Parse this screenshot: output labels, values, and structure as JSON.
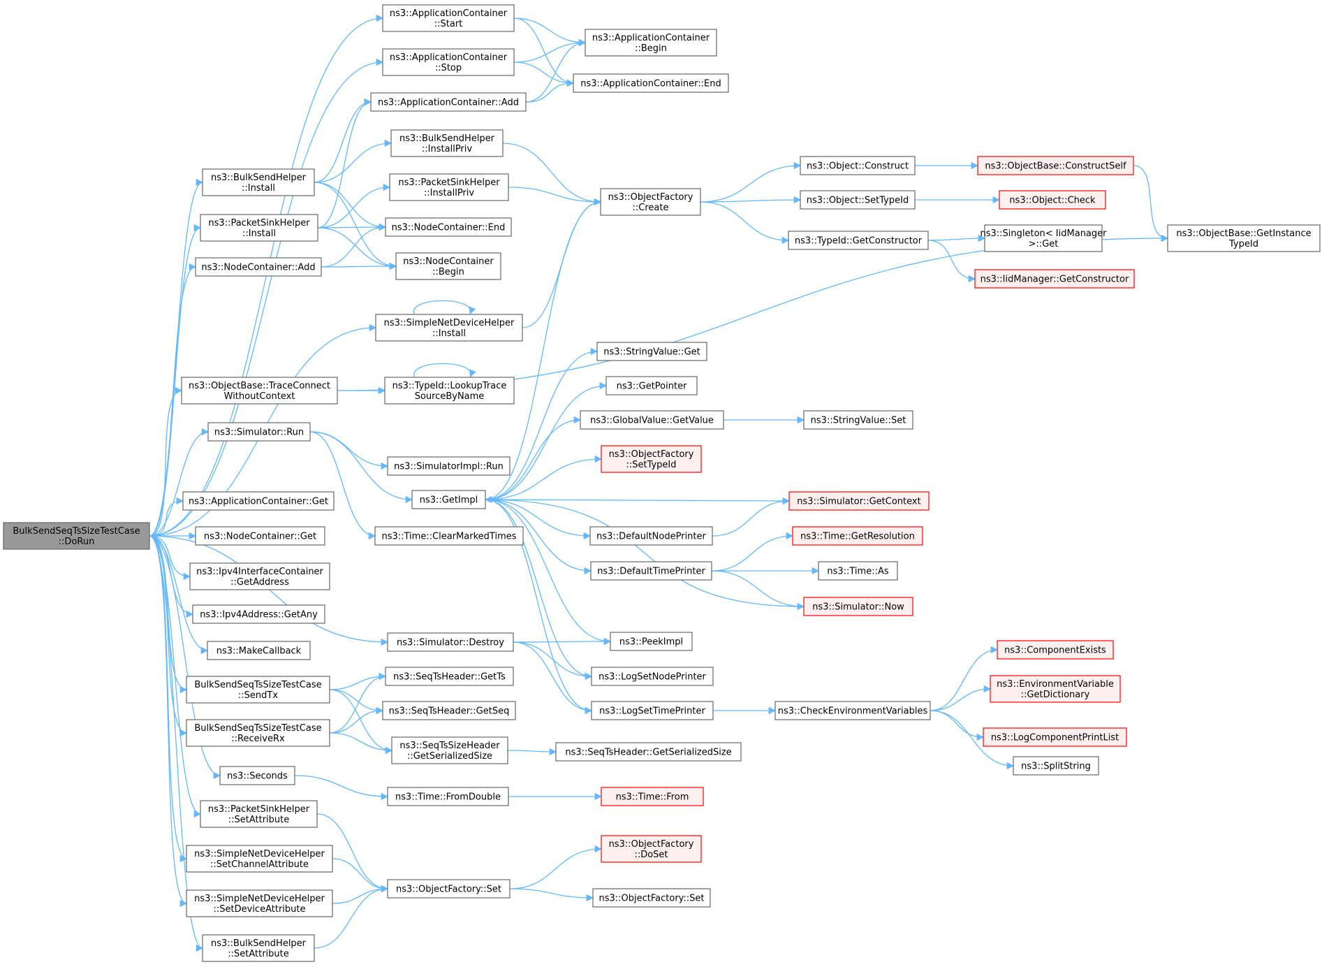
{
  "colors": {
    "edge": "#63b8ff",
    "box_stroke": "#666666",
    "box_fill": "#ffffff",
    "root_fill": "#999999",
    "root_stroke": "#666666",
    "missing_stroke": "#ff0000",
    "missing_fill": "#fff0f0"
  },
  "nodes": [
    {
      "id": "root",
      "lines": [
        "BulkSendSeqTsSizeTestCase",
        "::DoRun"
      ],
      "style": "root"
    },
    {
      "id": "ac_start",
      "lines": [
        "ns3::ApplicationContainer",
        "::Start"
      ],
      "style": "normal"
    },
    {
      "id": "ac_stop",
      "lines": [
        "ns3::ApplicationContainer",
        "::Stop"
      ],
      "style": "normal"
    },
    {
      "id": "ac_begin",
      "lines": [
        "ns3::ApplicationContainer",
        "::Begin"
      ],
      "style": "normal"
    },
    {
      "id": "ac_end",
      "lines": [
        "ns3::ApplicationContainer::End"
      ],
      "style": "normal"
    },
    {
      "id": "ac_add",
      "lines": [
        "ns3::ApplicationContainer::Add"
      ],
      "style": "normal"
    },
    {
      "id": "bsh_installpriv",
      "lines": [
        "ns3::BulkSendHelper",
        "::InstallPriv"
      ],
      "style": "normal"
    },
    {
      "id": "bsh_install",
      "lines": [
        "ns3::BulkSendHelper",
        "::Install"
      ],
      "style": "normal"
    },
    {
      "id": "psh_installpriv",
      "lines": [
        "ns3::PacketSinkHelper",
        "::InstallPriv"
      ],
      "style": "normal"
    },
    {
      "id": "psh_install",
      "lines": [
        "ns3::PacketSinkHelper",
        "::Install"
      ],
      "style": "normal"
    },
    {
      "id": "nc_end",
      "lines": [
        "ns3::NodeContainer::End"
      ],
      "style": "normal"
    },
    {
      "id": "nc_add",
      "lines": [
        "ns3::NodeContainer::Add"
      ],
      "style": "normal"
    },
    {
      "id": "nc_begin",
      "lines": [
        "ns3::NodeContainer",
        "::Begin"
      ],
      "style": "normal"
    },
    {
      "id": "of_create",
      "lines": [
        "ns3::ObjectFactory",
        "::Create"
      ],
      "style": "normal"
    },
    {
      "id": "obj_construct",
      "lines": [
        "ns3::Object::Construct"
      ],
      "style": "normal"
    },
    {
      "id": "ob_constructself",
      "lines": [
        "ns3::ObjectBase::ConstructSelf"
      ],
      "style": "missing"
    },
    {
      "id": "obj_settypeid",
      "lines": [
        "ns3::Object::SetTypeId"
      ],
      "style": "normal"
    },
    {
      "id": "obj_check",
      "lines": [
        "ns3::Object::Check"
      ],
      "style": "missing"
    },
    {
      "id": "tid_getconstructor",
      "lines": [
        "ns3::TypeId::GetConstructor"
      ],
      "style": "normal"
    },
    {
      "id": "singleton_get",
      "lines": [
        "ns3::Singleton< IidManager",
        ">::Get"
      ],
      "style": "normal"
    },
    {
      "id": "iid_getconstructor",
      "lines": [
        "ns3::IidManager::GetConstructor"
      ],
      "style": "missing"
    },
    {
      "id": "ob_getinstancetypeid",
      "lines": [
        "ns3::ObjectBase::GetInstance",
        "TypeId"
      ],
      "style": "normal"
    },
    {
      "id": "sndh_install",
      "lines": [
        "ns3::SimpleNetDeviceHelper",
        "::Install"
      ],
      "style": "normal"
    },
    {
      "id": "ob_traceconnect",
      "lines": [
        "ns3::ObjectBase::TraceConnect",
        "WithoutContext"
      ],
      "style": "normal"
    },
    {
      "id": "tid_lookuptrace",
      "lines": [
        "ns3::TypeId::LookupTrace",
        "SourceByName"
      ],
      "style": "normal"
    },
    {
      "id": "sv_get",
      "lines": [
        "ns3::StringValue::Get"
      ],
      "style": "normal"
    },
    {
      "id": "getpointer",
      "lines": [
        "ns3::GetPointer"
      ],
      "style": "normal"
    },
    {
      "id": "gv_getvalue",
      "lines": [
        "ns3::GlobalValue::GetValue"
      ],
      "style": "normal"
    },
    {
      "id": "sv_set",
      "lines": [
        "ns3::StringValue::Set"
      ],
      "style": "normal"
    },
    {
      "id": "of_settypeid",
      "lines": [
        "ns3::ObjectFactory",
        "::SetTypeId"
      ],
      "style": "missing"
    },
    {
      "id": "sim_run",
      "lines": [
        "ns3::Simulator::Run"
      ],
      "style": "normal"
    },
    {
      "id": "simimpl_run",
      "lines": [
        "ns3::SimulatorImpl::Run"
      ],
      "style": "normal"
    },
    {
      "id": "getimpl",
      "lines": [
        "ns3::GetImpl"
      ],
      "style": "normal"
    },
    {
      "id": "sim_getcontext",
      "lines": [
        "ns3::Simulator::GetContext"
      ],
      "style": "missing"
    },
    {
      "id": "ac_get",
      "lines": [
        "ns3::ApplicationContainer::Get"
      ],
      "style": "normal"
    },
    {
      "id": "nc_get",
      "lines": [
        "ns3::NodeContainer::Get"
      ],
      "style": "normal"
    },
    {
      "id": "time_clearmarked",
      "lines": [
        "ns3::Time::ClearMarkedTimes"
      ],
      "style": "normal"
    },
    {
      "id": "defaultnodeprinter",
      "lines": [
        "ns3::DefaultNodePrinter"
      ],
      "style": "normal"
    },
    {
      "id": "time_getresolution",
      "lines": [
        "ns3::Time::GetResolution"
      ],
      "style": "missing"
    },
    {
      "id": "ipv4ic_getaddress",
      "lines": [
        "ns3::Ipv4InterfaceContainer",
        "::GetAddress"
      ],
      "style": "normal"
    },
    {
      "id": "defaulttimeprinter",
      "lines": [
        "ns3::DefaultTimePrinter"
      ],
      "style": "normal"
    },
    {
      "id": "time_as",
      "lines": [
        "ns3::Time::As"
      ],
      "style": "normal"
    },
    {
      "id": "ipv4addr_getany",
      "lines": [
        "ns3::Ipv4Address::GetAny"
      ],
      "style": "normal"
    },
    {
      "id": "sim_now",
      "lines": [
        "ns3::Simulator::Now"
      ],
      "style": "missing"
    },
    {
      "id": "sim_destroy",
      "lines": [
        "ns3::Simulator::Destroy"
      ],
      "style": "normal"
    },
    {
      "id": "peekimpl",
      "lines": [
        "ns3::PeekImpl"
      ],
      "style": "normal"
    },
    {
      "id": "makecallback",
      "lines": [
        "ns3::MakeCallback"
      ],
      "style": "normal"
    },
    {
      "id": "componentexists",
      "lines": [
        "ns3::ComponentExists"
      ],
      "style": "missing"
    },
    {
      "id": "seqts_getts",
      "lines": [
        "ns3::SeqTsHeader::GetTs"
      ],
      "style": "normal"
    },
    {
      "id": "logsetnodeprinter",
      "lines": [
        "ns3::LogSetNodePrinter"
      ],
      "style": "normal"
    },
    {
      "id": "bss_sendtx",
      "lines": [
        "BulkSendSeqTsSizeTestCase",
        "::SendTx"
      ],
      "style": "normal"
    },
    {
      "id": "envvar_getdict",
      "lines": [
        "ns3::EnvironmentVariable",
        "::GetDictionary"
      ],
      "style": "missing"
    },
    {
      "id": "seqts_getseq",
      "lines": [
        "ns3::SeqTsHeader::GetSeq"
      ],
      "style": "normal"
    },
    {
      "id": "logsettimeprinter",
      "lines": [
        "ns3::LogSetTimePrinter"
      ],
      "style": "normal"
    },
    {
      "id": "checkenv",
      "lines": [
        "ns3::CheckEnvironmentVariables"
      ],
      "style": "normal"
    },
    {
      "id": "bss_receiverx",
      "lines": [
        "BulkSendSeqTsSizeTestCase",
        "::ReceiveRx"
      ],
      "style": "normal"
    },
    {
      "id": "logcomponentprintlist",
      "lines": [
        "ns3::LogComponentPrintList"
      ],
      "style": "missing"
    },
    {
      "id": "seqtssize_getserialized",
      "lines": [
        "ns3::SeqTsSizeHeader",
        "::GetSerializedSize"
      ],
      "style": "normal"
    },
    {
      "id": "seqts_getserialized",
      "lines": [
        "ns3::SeqTsHeader::GetSerializedSize"
      ],
      "style": "normal"
    },
    {
      "id": "splitstring",
      "lines": [
        "ns3::SplitString"
      ],
      "style": "normal"
    },
    {
      "id": "seconds",
      "lines": [
        "ns3::Seconds"
      ],
      "style": "normal"
    },
    {
      "id": "time_fromdouble",
      "lines": [
        "ns3::Time::FromDouble"
      ],
      "style": "normal"
    },
    {
      "id": "time_from",
      "lines": [
        "ns3::Time::From"
      ],
      "style": "missing"
    },
    {
      "id": "psh_setattribute",
      "lines": [
        "ns3::PacketSinkHelper",
        "::SetAttribute"
      ],
      "style": "normal"
    },
    {
      "id": "of_doset",
      "lines": [
        "ns3::ObjectFactory",
        "::DoSet"
      ],
      "style": "missing"
    },
    {
      "id": "sndh_setchannelattr",
      "lines": [
        "ns3::SimpleNetDeviceHelper",
        "::SetChannelAttribute"
      ],
      "style": "normal"
    },
    {
      "id": "of_set_a",
      "lines": [
        "ns3::ObjectFactory::Set"
      ],
      "style": "normal"
    },
    {
      "id": "of_set_b",
      "lines": [
        "ns3::ObjectFactory::Set"
      ],
      "style": "normal"
    },
    {
      "id": "sndh_setdeviceattr",
      "lines": [
        "ns3::SimpleNetDeviceHelper",
        "::SetDeviceAttribute"
      ],
      "style": "normal"
    },
    {
      "id": "bsh_setattribute",
      "lines": [
        "ns3::BulkSendHelper",
        "::SetAttribute"
      ],
      "style": "normal"
    }
  ],
  "edges": [
    [
      "root",
      "ac_start"
    ],
    [
      "root",
      "ac_stop"
    ],
    [
      "root",
      "bsh_install"
    ],
    [
      "root",
      "psh_install"
    ],
    [
      "root",
      "nc_add"
    ],
    [
      "root",
      "sndh_install"
    ],
    [
      "root",
      "ob_traceconnect"
    ],
    [
      "root",
      "sim_run"
    ],
    [
      "root",
      "sim_destroy"
    ],
    [
      "root",
      "ac_get"
    ],
    [
      "root",
      "nc_get"
    ],
    [
      "root",
      "ipv4ic_getaddress"
    ],
    [
      "root",
      "ipv4addr_getany"
    ],
    [
      "root",
      "makecallback"
    ],
    [
      "root",
      "bss_sendtx"
    ],
    [
      "root",
      "bss_receiverx"
    ],
    [
      "root",
      "seconds"
    ],
    [
      "root",
      "psh_setattribute"
    ],
    [
      "root",
      "sndh_setchannelattr"
    ],
    [
      "root",
      "sndh_setdeviceattr"
    ],
    [
      "root",
      "bsh_setattribute"
    ],
    [
      "ac_start",
      "ac_begin"
    ],
    [
      "ac_start",
      "ac_end"
    ],
    [
      "ac_stop",
      "ac_begin"
    ],
    [
      "ac_stop",
      "ac_end"
    ],
    [
      "ac_add",
      "ac_begin"
    ],
    [
      "ac_add",
      "ac_end"
    ],
    [
      "bsh_install",
      "ac_add"
    ],
    [
      "bsh_install",
      "bsh_installpriv"
    ],
    [
      "bsh_install",
      "nc_end"
    ],
    [
      "bsh_install",
      "nc_begin"
    ],
    [
      "psh_install",
      "ac_add"
    ],
    [
      "psh_install",
      "psh_installpriv"
    ],
    [
      "psh_install",
      "nc_end"
    ],
    [
      "psh_install",
      "nc_begin"
    ],
    [
      "nc_add",
      "nc_end"
    ],
    [
      "nc_add",
      "nc_begin"
    ],
    [
      "bsh_installpriv",
      "of_create"
    ],
    [
      "psh_installpriv",
      "of_create"
    ],
    [
      "sndh_install",
      "of_create"
    ],
    [
      "sndh_install",
      "sndh_install"
    ],
    [
      "of_create",
      "obj_construct"
    ],
    [
      "of_create",
      "obj_settypeid"
    ],
    [
      "of_create",
      "tid_getconstructor"
    ],
    [
      "obj_construct",
      "ob_constructself"
    ],
    [
      "ob_constructself",
      "ob_getinstancetypeid"
    ],
    [
      "obj_settypeid",
      "obj_check"
    ],
    [
      "tid_getconstructor",
      "singleton_get"
    ],
    [
      "tid_getconstructor",
      "iid_getconstructor"
    ],
    [
      "ob_traceconnect",
      "tid_lookuptrace"
    ],
    [
      "ob_traceconnect",
      "ob_getinstancetypeid"
    ],
    [
      "tid_lookuptrace",
      "tid_lookuptrace"
    ],
    [
      "sim_run",
      "simimpl_run"
    ],
    [
      "sim_run",
      "getimpl"
    ],
    [
      "sim_run",
      "time_clearmarked"
    ],
    [
      "getimpl",
      "of_create"
    ],
    [
      "getimpl",
      "sv_get"
    ],
    [
      "getimpl",
      "getpointer"
    ],
    [
      "getimpl",
      "gv_getvalue"
    ],
    [
      "getimpl",
      "of_settypeid"
    ],
    [
      "getimpl",
      "sim_getcontext"
    ],
    [
      "getimpl",
      "defaultnodeprinter"
    ],
    [
      "getimpl",
      "defaulttimeprinter"
    ],
    [
      "getimpl",
      "peekimpl"
    ],
    [
      "getimpl",
      "logsetnodeprinter"
    ],
    [
      "getimpl",
      "logsettimeprinter"
    ],
    [
      "gv_getvalue",
      "sv_set"
    ],
    [
      "defaultnodeprinter",
      "sim_getcontext"
    ],
    [
      "defaulttimeprinter",
      "time_getresolution"
    ],
    [
      "defaulttimeprinter",
      "time_as"
    ],
    [
      "defaulttimeprinter",
      "sim_now"
    ],
    [
      "sim_now",
      "getimpl"
    ],
    [
      "sim_destroy",
      "peekimpl"
    ],
    [
      "sim_destroy",
      "logsetnodeprinter"
    ],
    [
      "sim_destroy",
      "logsettimeprinter"
    ],
    [
      "logsettimeprinter",
      "checkenv"
    ],
    [
      "checkenv",
      "componentexists"
    ],
    [
      "checkenv",
      "envvar_getdict"
    ],
    [
      "checkenv",
      "logcomponentprintlist"
    ],
    [
      "checkenv",
      "splitstring"
    ],
    [
      "bss_sendtx",
      "seqts_getts"
    ],
    [
      "bss_sendtx",
      "seqts_getseq"
    ],
    [
      "bss_sendtx",
      "seqtssize_getserialized"
    ],
    [
      "bss_receiverx",
      "seqts_getts"
    ],
    [
      "bss_receiverx",
      "seqts_getseq"
    ],
    [
      "bss_receiverx",
      "seqtssize_getserialized"
    ],
    [
      "seqtssize_getserialized",
      "seqts_getserialized"
    ],
    [
      "seconds",
      "time_fromdouble"
    ],
    [
      "time_fromdouble",
      "time_from"
    ],
    [
      "psh_setattribute",
      "of_set_a"
    ],
    [
      "sndh_setchannelattr",
      "of_set_a"
    ],
    [
      "sndh_setdeviceattr",
      "of_set_a"
    ],
    [
      "bsh_setattribute",
      "of_set_a"
    ],
    [
      "of_set_a",
      "of_doset"
    ],
    [
      "of_set_a",
      "of_set_b"
    ]
  ]
}
